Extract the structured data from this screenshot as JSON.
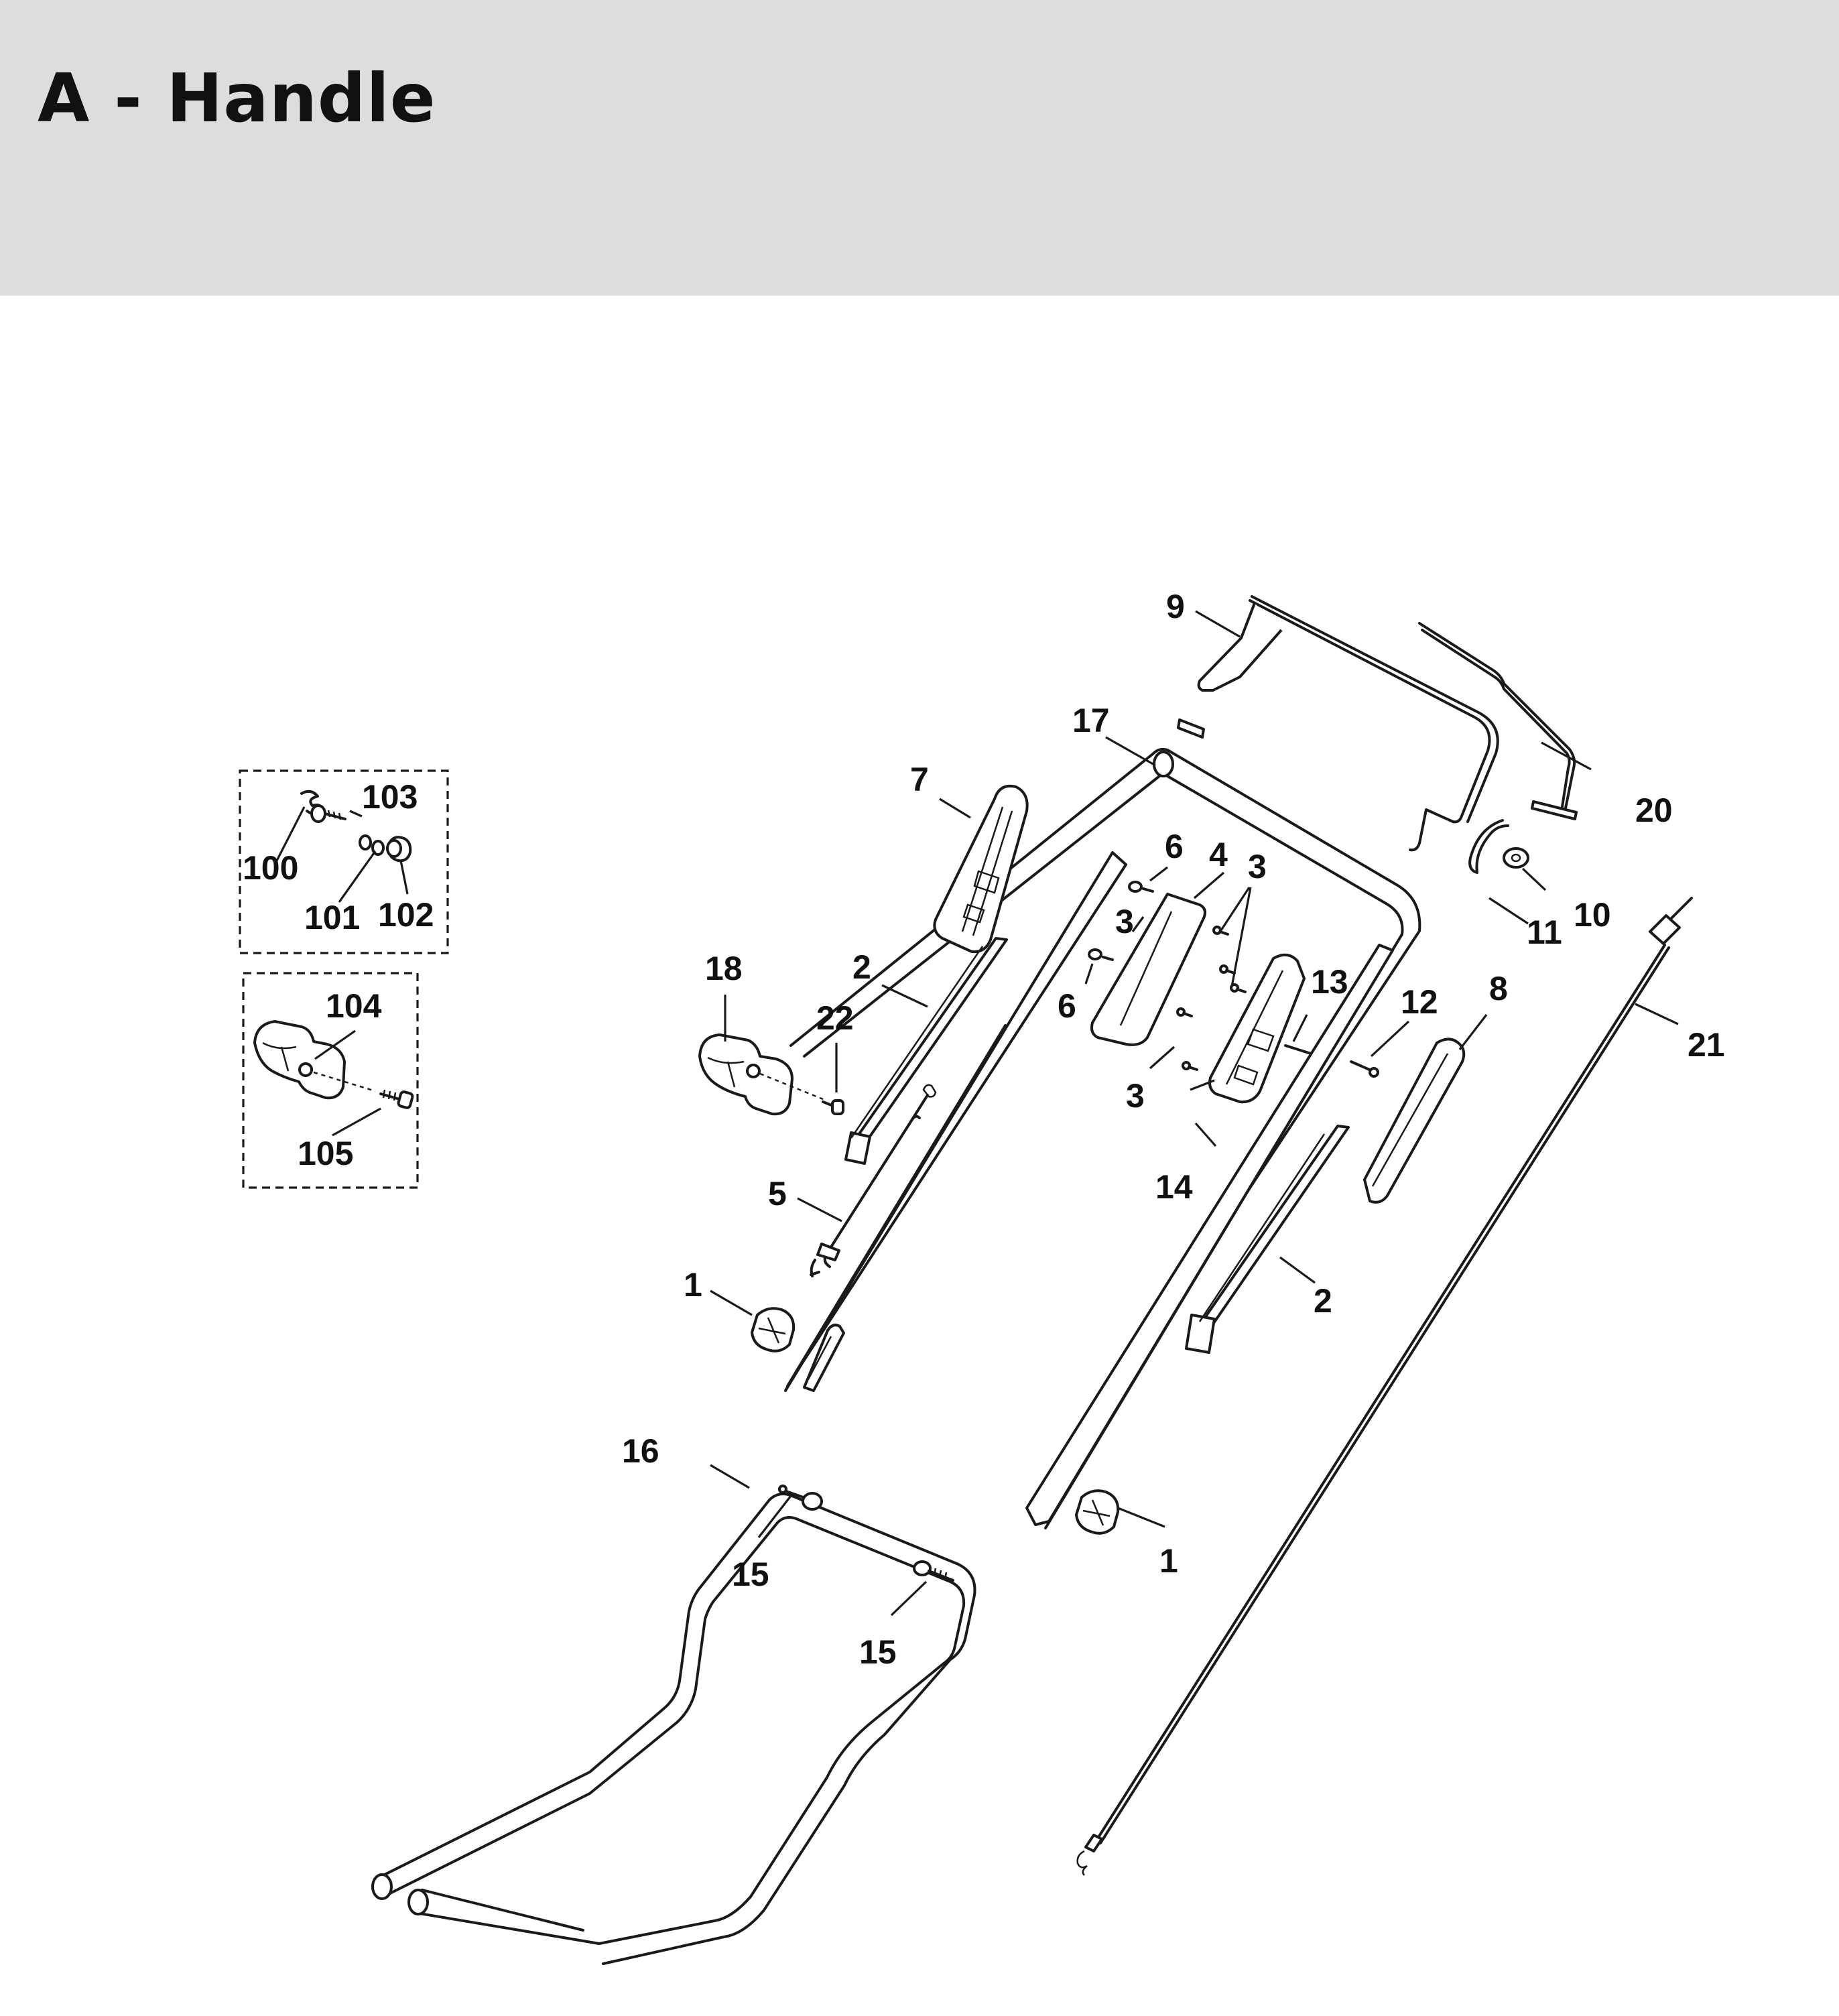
{
  "title": "A - Handle",
  "callouts": {
    "c1a": "1",
    "c1b": "1",
    "c2a": "2",
    "c2b": "2",
    "c3a": "3",
    "c3b": "3",
    "c3c": "3",
    "c4": "4",
    "c5": "5",
    "c6a": "6",
    "c6b": "6",
    "c7": "7",
    "c8": "8",
    "c9": "9",
    "c10": "10",
    "c11": "11",
    "c12": "12",
    "c13": "13",
    "c14": "14",
    "c15a": "15",
    "c15b": "15",
    "c16": "16",
    "c17": "17",
    "c18": "18",
    "c20": "20",
    "c21": "21",
    "c22": "22",
    "c100": "100",
    "c101": "101",
    "c102": "102",
    "c103": "103",
    "c104": "104",
    "c105": "105"
  }
}
